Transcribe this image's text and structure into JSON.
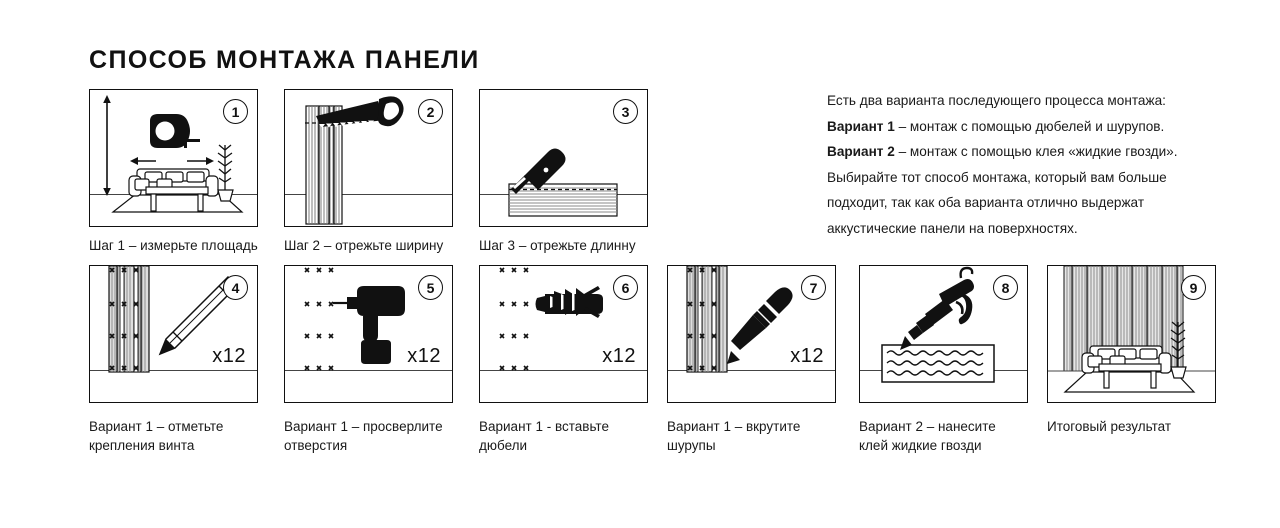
{
  "page": {
    "title": "СПОСОБ МОНТАЖА ПАНЕЛИ",
    "background": "#ffffff",
    "ink": "#111111"
  },
  "side_text": {
    "intro": "Есть два варианта последующего процесса монтажа:",
    "option1_label": "Вариант 1",
    "option1_rest": " – монтаж с помощью дюбелей и шурупов.",
    "option2_label": "Вариант 2",
    "option2_rest": " – монтаж с помощью клея «жидкие гвозди».",
    "body_line1": "Выбирайте тот способ монтажа, который вам больше",
    "body_line2": "подходит, так как оба варианта отлично выдержат",
    "body_line3": "аккустические панели на поверхностях."
  },
  "steps": [
    {
      "number": "1",
      "caption": "Шаг 1 – измерьте площадь",
      "qty": "",
      "icon": "room-measure-icon"
    },
    {
      "number": "2",
      "caption": "Шаг 2 – отрежьте ширину",
      "qty": "",
      "icon": "handsaw-icon"
    },
    {
      "number": "3",
      "caption": "Шаг 3 – отрежьте длинну",
      "qty": "",
      "icon": "utility-knife-icon"
    },
    {
      "number": "4",
      "caption": "Вариант 1 – отметьте\nкрепления винта",
      "qty": "x12",
      "icon": "pencil-icon"
    },
    {
      "number": "5",
      "caption": "Вариант 1 – просверлите\nотверстия",
      "qty": "x12",
      "icon": "drill-icon"
    },
    {
      "number": "6",
      "caption": "Вариант 1 - вставьте\nдюбели",
      "qty": "x12",
      "icon": "wall-plug-icon"
    },
    {
      "number": "7",
      "caption": "Вариант 1 – вкрутите\nшурупы",
      "qty": "x12",
      "icon": "screwdriver-icon"
    },
    {
      "number": "8",
      "caption": "Вариант 2 – нанесите\nклей жидкие гвозди",
      "qty": "",
      "icon": "caulking-gun-icon"
    },
    {
      "number": "9",
      "caption": "Итоговый результат",
      "qty": "",
      "icon": "finished-room-icon"
    }
  ]
}
